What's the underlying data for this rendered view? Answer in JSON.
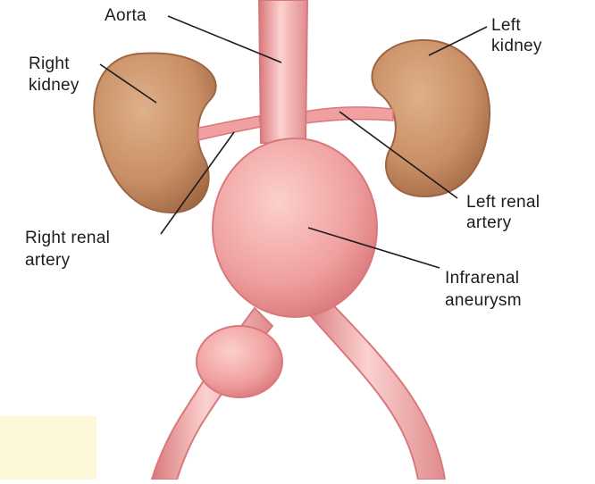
{
  "labels": {
    "aorta": "Aorta",
    "right_kidney": [
      "Right",
      "kidney"
    ],
    "left_kidney": [
      "Left",
      "kidney"
    ],
    "right_renal_artery": [
      "Right renal",
      "artery"
    ],
    "left_renal_artery": [
      "Left renal",
      "artery"
    ],
    "infrarenal_aneurysm": [
      "Infrarenal",
      "aneurysm"
    ]
  },
  "colors": {
    "vessel": "#f0a0a0",
    "vessel_dark": "#d9787c",
    "vessel_highlight": "#fbd2cf",
    "kidney": "#c98f66",
    "kidney_dark": "#9e6542",
    "kidney_highlight": "#deb08a",
    "leader_line": "#1c1c1c"
  }
}
